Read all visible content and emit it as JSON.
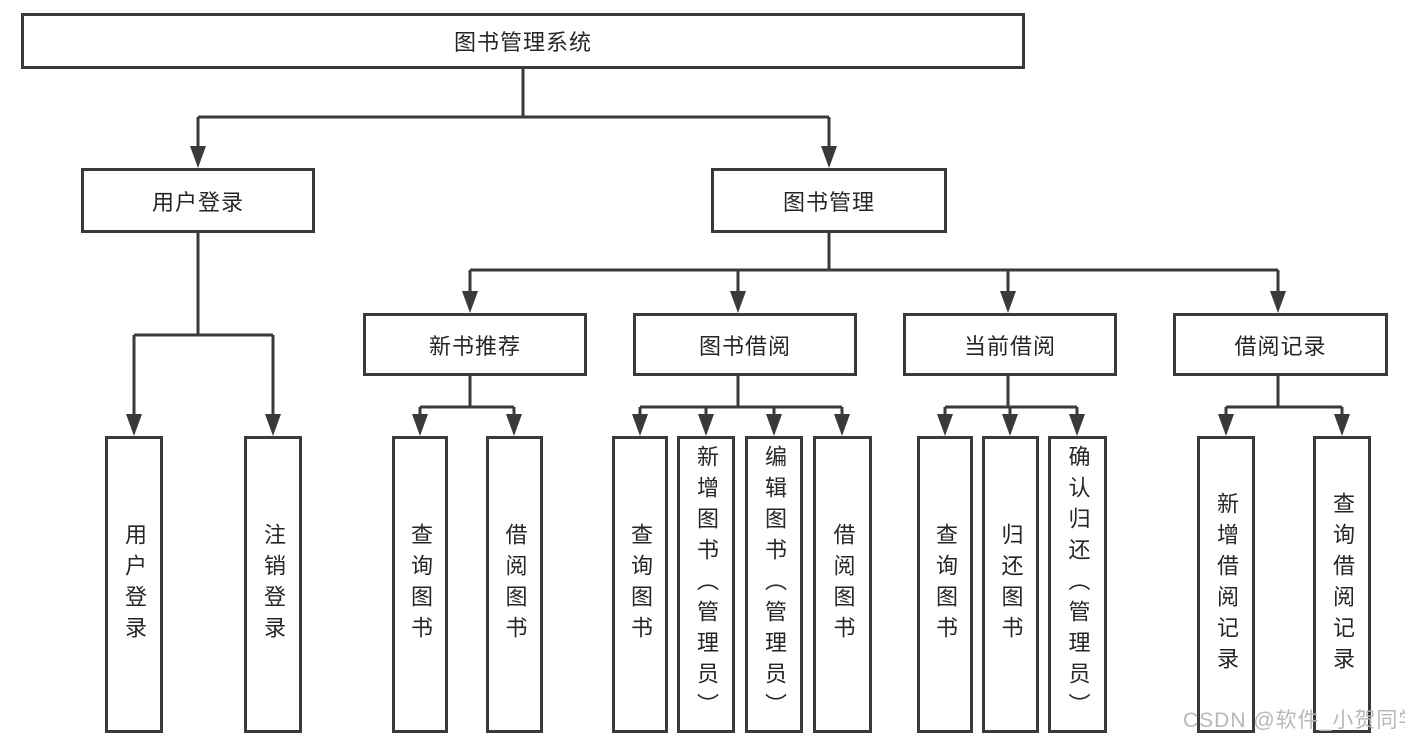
{
  "diagram": {
    "title": "图书管理系统",
    "branches": [
      {
        "label": "用户登录",
        "children": [
          "用户登录",
          "注销登录"
        ]
      },
      {
        "label": "图书管理",
        "groups": [
          {
            "label": "新书推荐",
            "children": [
              "查询图书",
              "借阅图书"
            ]
          },
          {
            "label": "图书借阅",
            "children": [
              "查询图书",
              "新增图书（管理员）",
              "编辑图书（管理员）",
              "借阅图书"
            ]
          },
          {
            "label": "当前借阅",
            "children": [
              "查询图书",
              "归还图书",
              "确认归还（管理员）"
            ]
          },
          {
            "label": "借阅记录",
            "children": [
              "新增借阅记录",
              "查询借阅记录"
            ]
          }
        ]
      }
    ]
  },
  "watermark": "CSDN @软件_小贺同学",
  "colors": {
    "line": "#3a3a3a",
    "text": "#262626",
    "watermark": "#b8b8b8",
    "background": "#ffffff"
  }
}
